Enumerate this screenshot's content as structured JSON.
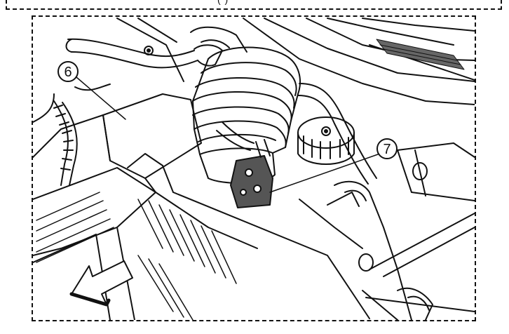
{
  "callouts": [
    {
      "id": "6",
      "label": "6"
    },
    {
      "id": "7",
      "label": "7"
    }
  ],
  "top_panel_text": "( )",
  "colors": {
    "line": "#111111",
    "background": "#ffffff",
    "component": "#555555"
  }
}
